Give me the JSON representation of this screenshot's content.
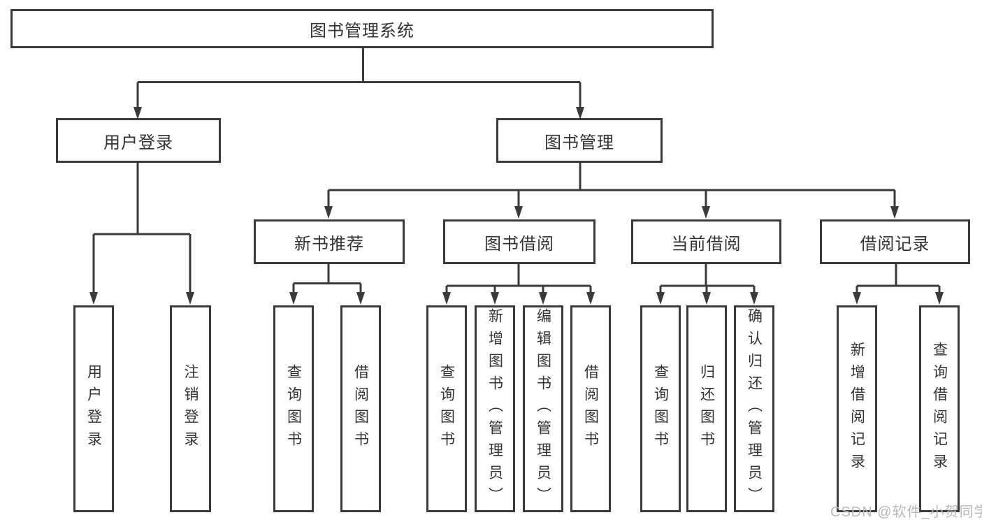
{
  "tree": {
    "label": "图书管理系统",
    "children": [
      {
        "label": "用户登录",
        "children": [
          {
            "label": "用户登录"
          },
          {
            "label": "注销登录"
          }
        ]
      },
      {
        "label": "图书管理",
        "children": [
          {
            "label": "新书推荐",
            "children": [
              {
                "label": "查询图书"
              },
              {
                "label": "借阅图书"
              }
            ]
          },
          {
            "label": "图书借阅",
            "children": [
              {
                "label": "查询图书"
              },
              {
                "label": "新增图书（管理员）"
              },
              {
                "label": "编辑图书（管理员）"
              },
              {
                "label": "借阅图书"
              }
            ]
          },
          {
            "label": "当前借阅",
            "children": [
              {
                "label": "查询图书"
              },
              {
                "label": "归还图书"
              },
              {
                "label": "确认归还（管理员）"
              }
            ]
          },
          {
            "label": "借阅记录",
            "children": [
              {
                "label": "新增借阅记录"
              },
              {
                "label": "查询借阅记录"
              }
            ]
          }
        ]
      }
    ]
  },
  "watermark": {
    "text": "CSDN @软件_小贺同学"
  },
  "colors": {
    "line": "#3a3a3a",
    "text": "#333333",
    "watermark": "#b9b9b9",
    "background": "#ffffff"
  }
}
